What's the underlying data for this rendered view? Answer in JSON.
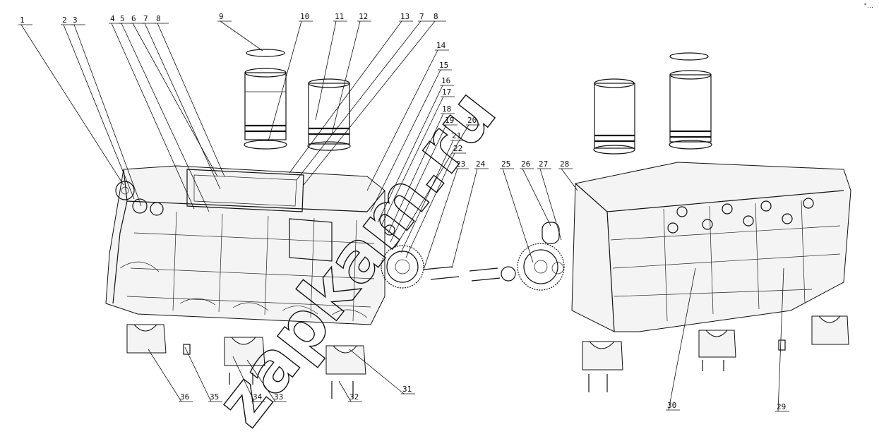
{
  "watermark": "zapkam.ru",
  "corner_label": "°…",
  "callouts": [
    "1",
    "2",
    "3",
    "4",
    "5",
    "6",
    "7",
    "8",
    "9",
    "10",
    "11",
    "12",
    "13",
    "7",
    "8",
    "14",
    "15",
    "16",
    "17",
    "18",
    "19",
    "20",
    "21",
    "22",
    "23",
    "24",
    "25",
    "26",
    "27",
    "28",
    "29",
    "30",
    "31",
    "32",
    "33",
    "34",
    "35",
    "36"
  ],
  "parts": {
    "left_block": "engine-block-left-view",
    "right_block": "engine-block-right-view",
    "liners": "cylinder-liners",
    "gears": "timing-gears",
    "bolts": "bolts",
    "caps": "main-bearing-caps"
  }
}
